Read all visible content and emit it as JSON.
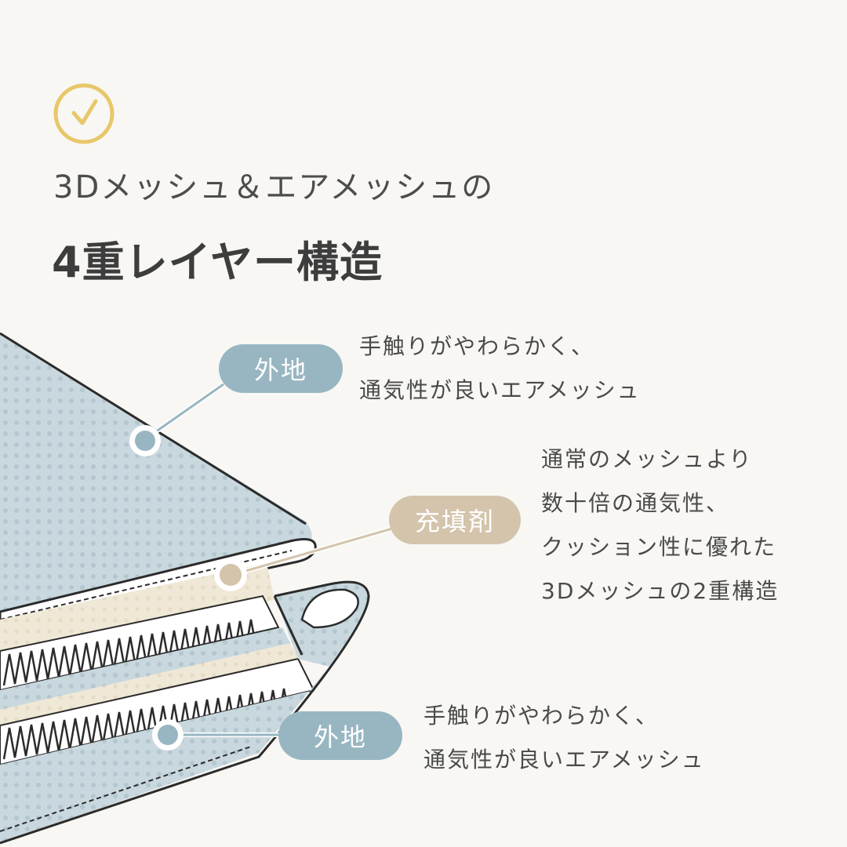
{
  "header": {
    "subtitle": "3Dメッシュ＆エアメッシュの",
    "title": "4重レイヤー構造",
    "check_color": "#e8c76a"
  },
  "labels": {
    "outer_top": {
      "tag": "外地",
      "lines": [
        "手触りがやわらかく、",
        "通気性が良いエアメッシュ"
      ]
    },
    "filling": {
      "tag": "充填剤",
      "lines": [
        "通常のメッシュより",
        "数十倍の通気性、",
        "クッション性に優れた",
        "3Dメッシュの2重構造"
      ]
    },
    "outer_bottom": {
      "tag": "外地",
      "lines": [
        "手触りがやわらかく、",
        "通気性が良いエアメッシュ"
      ]
    }
  },
  "colors": {
    "mesh_blue": "#c9d8de",
    "fill_beige": "#f0e8d6",
    "tag_blue": "#98b6c2",
    "tag_beige": "#d3c4ab",
    "outline": "#2b2b2b"
  }
}
